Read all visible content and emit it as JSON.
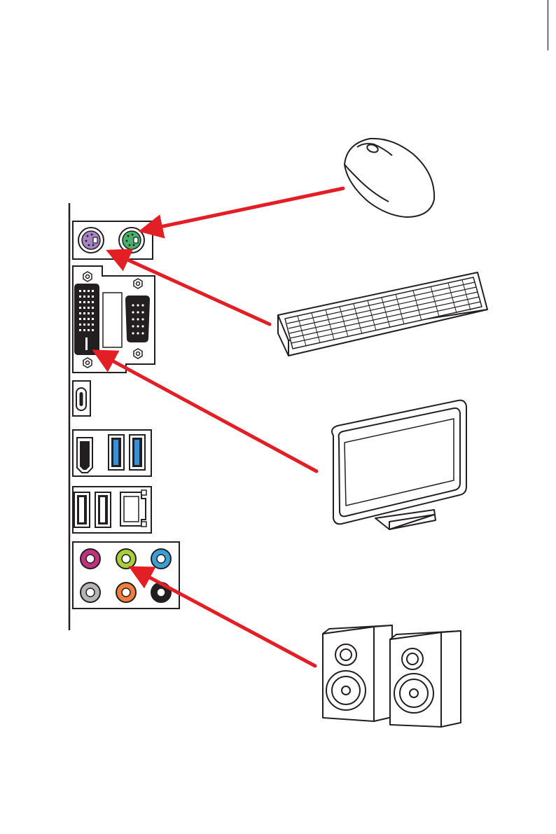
{
  "colors": {
    "arrow": "#e31e24",
    "ps2_mouse": "#48b06a",
    "ps2_keyboard": "#a583c4",
    "usb3": "#3a8fd6",
    "audio_pink": "#c2317f",
    "audio_green": "#a8cf3a",
    "audio_blue": "#3a9fd4",
    "audio_gray": "#b5b5b5",
    "audio_orange": "#f07f3c",
    "audio_black": "#231f20",
    "port_dark": "#231f20",
    "line": "#231f20"
  },
  "devices": {
    "mouse": {
      "icon": "mouse-icon"
    },
    "keyboard": {
      "icon": "keyboard-icon"
    },
    "monitor": {
      "icon": "monitor-icon"
    },
    "speakers": {
      "icon": "speakers-icon"
    }
  },
  "panel": {
    "ports": [
      "ps2-keyboard-port",
      "ps2-mouse-port",
      "dvi-port",
      "vga-port",
      "usb-type-c-port",
      "hdmi-port",
      "usb3-port",
      "usb3-port",
      "usb2-port",
      "usb2-port",
      "lan-port",
      "audio-jack-pink",
      "audio-jack-green",
      "audio-jack-blue",
      "audio-jack-gray",
      "audio-jack-orange",
      "audio-jack-black"
    ]
  }
}
